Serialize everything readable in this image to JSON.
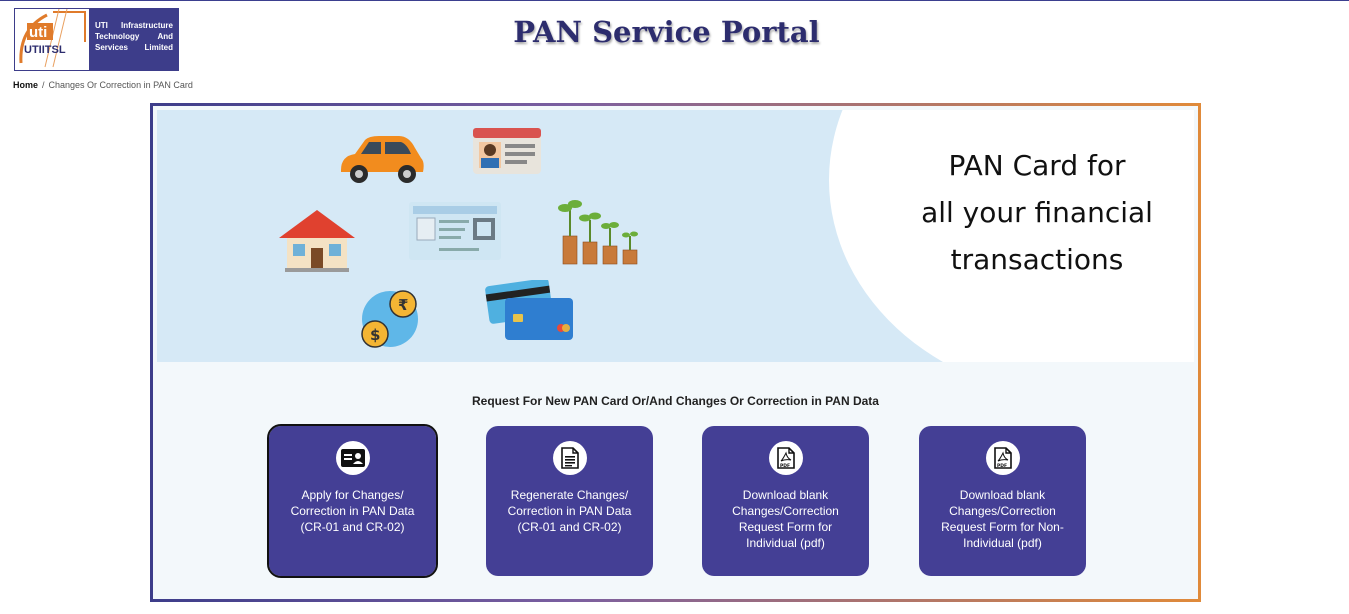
{
  "logo": {
    "brand_top": "uti",
    "brand_bottom": "UTIITSL",
    "line1_a": "UTI",
    "line1_b": "Infrastructure",
    "line2_a": "Technology",
    "line2_b": "And",
    "line3_a": "Services",
    "line3_b": "Limited"
  },
  "header": {
    "title": "PAN Service Portal"
  },
  "breadcrumb": {
    "home": "Home",
    "separator": "/",
    "current": "Changes Or Correction in PAN Card"
  },
  "banner": {
    "line1": "PAN Card for",
    "line2": "all your financial",
    "line3": "transactions"
  },
  "main": {
    "heading": "Request For New PAN Card Or/And Changes Or Correction in PAN Data",
    "cards": [
      {
        "label": "Apply for Changes/ Correction in PAN Data (CR-01 and CR-02)",
        "icon": "id-card-icon"
      },
      {
        "label": "Regenerate Changes/ Correction in PAN Data (CR-01 and CR-02)",
        "icon": "document-icon"
      },
      {
        "label": "Download blank Changes/Correction Request Form for Individual (pdf)",
        "icon": "pdf-icon"
      },
      {
        "label": "Download blank Changes/Correction Request Form for Non-Individual (pdf)",
        "icon": "pdf-icon"
      }
    ]
  },
  "colors": {
    "brand_purple": "#443f95",
    "accent_orange": "#e08a3a",
    "banner_blue": "#d6e9f6"
  }
}
